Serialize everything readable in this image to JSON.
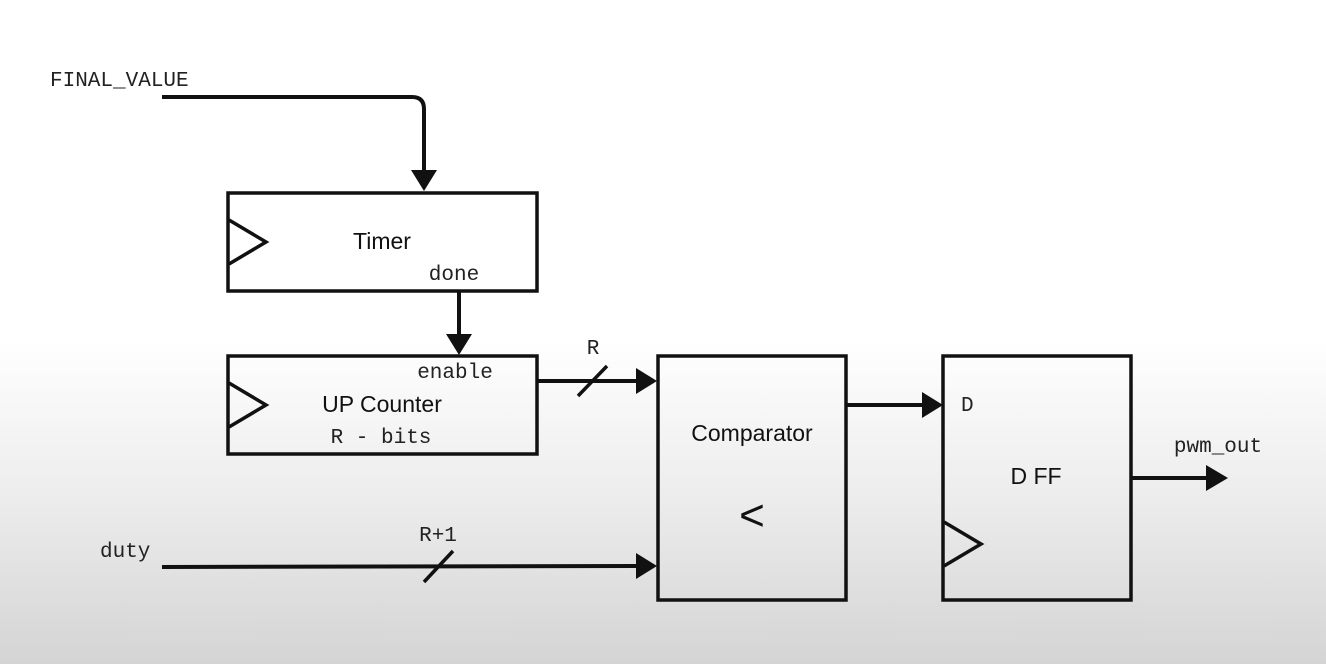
{
  "signals": {
    "final_value": "FINAL_VALUE",
    "duty": "duty",
    "pwm_out": "pwm_out",
    "bus_r": "R",
    "bus_r_plus_1": "R+1"
  },
  "blocks": {
    "timer": {
      "title": "Timer",
      "port_done": "done"
    },
    "counter": {
      "title": "UP Counter",
      "port_enable": "enable",
      "width": "R - bits"
    },
    "comparator": {
      "title": "Comparator",
      "op": "<"
    },
    "dff": {
      "title": "D FF",
      "port_d": "D"
    }
  },
  "colors": {
    "stroke": "#111111",
    "background_top": "#ffffff",
    "background_bottom": "#d4d4d4"
  }
}
